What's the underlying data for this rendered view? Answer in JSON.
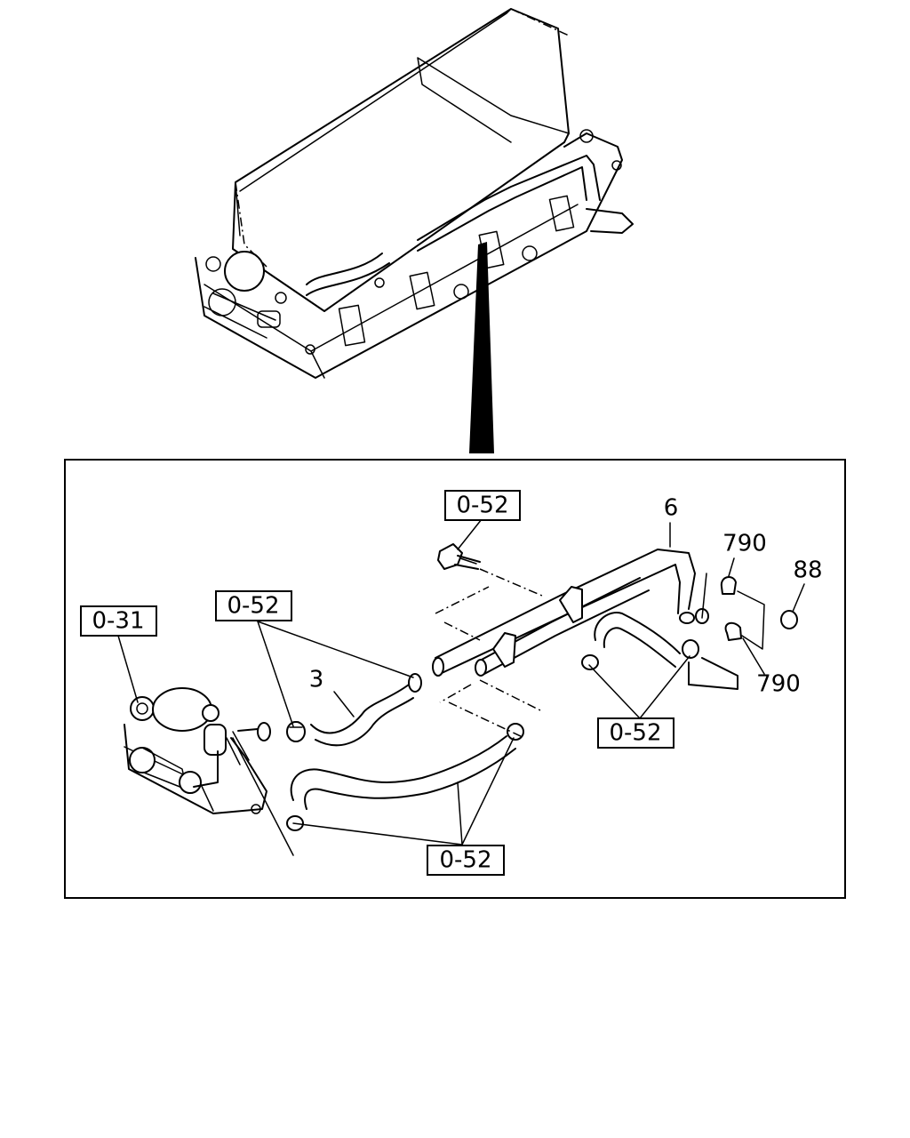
{
  "callouts": {
    "ref_top": "0-52",
    "ref_left_hose": "0-52",
    "ref_egr_valve": "0-31",
    "ref_right_clamps": "0-52",
    "ref_bottom_clamps": "0-52"
  },
  "part_numbers": {
    "hose_3": "3",
    "pipe_6": "6",
    "cap_790_upper": "790",
    "cap_790_lower": "790",
    "clip_88": "88"
  }
}
